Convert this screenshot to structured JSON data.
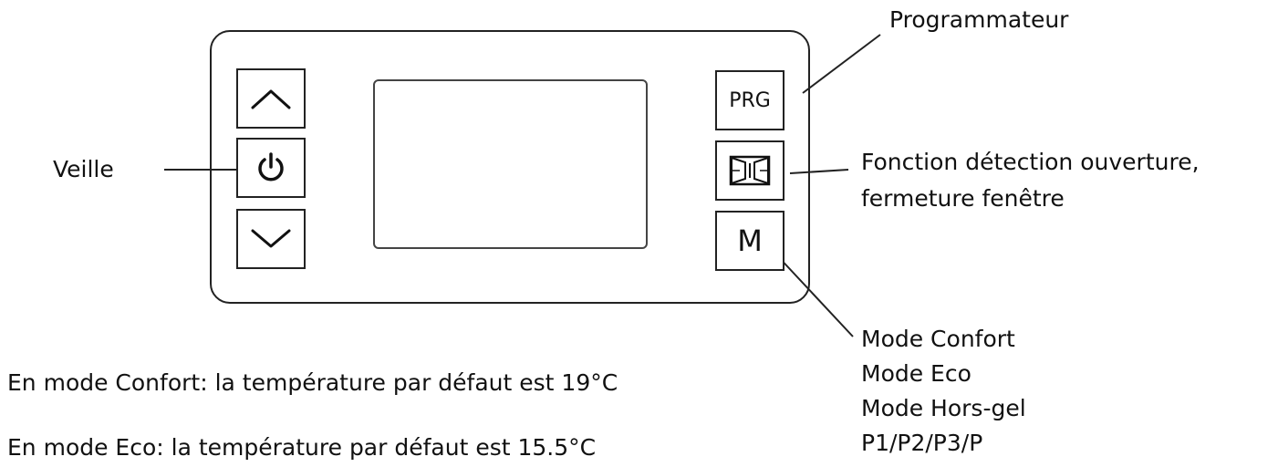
{
  "labels": {
    "veille": "Veille",
    "programmateur": "Programmateur",
    "fenetre_line1": "Fonction détection ouverture,",
    "fenetre_line2": "fermeture fenêtre"
  },
  "buttons": {
    "prg": "PRG",
    "mode": "M"
  },
  "modes": [
    "Mode Confort",
    "Mode Eco",
    "Mode Hors-gel",
    "P1/P2/P3/P"
  ],
  "notes": [
    "En mode Confort: la température par défaut est 19°C",
    "En mode Eco: la température par défaut est 15.5°C"
  ],
  "icons": {
    "up": "chevron-up-icon",
    "power": "power-icon",
    "down": "chevron-down-icon",
    "window": "window-icon"
  }
}
